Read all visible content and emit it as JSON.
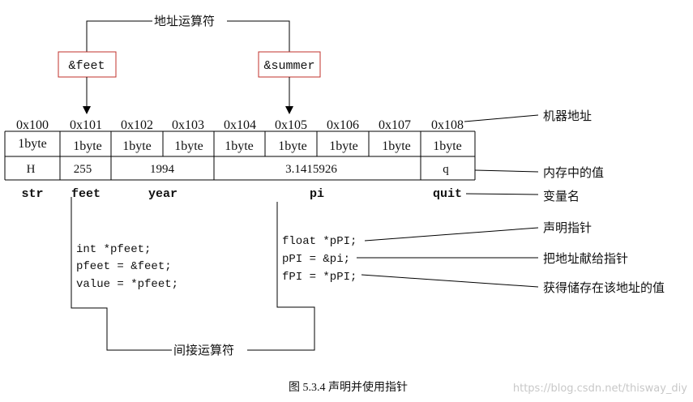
{
  "address_operator": {
    "label": "地址运算符",
    "feet_box": "&feet",
    "summer_box": "&summer"
  },
  "addresses": [
    "0x100",
    "0x101",
    "0x102",
    "0x103",
    "0x104",
    "0x105",
    "0x106",
    "0x107",
    "0x108"
  ],
  "byte_label": "1byte",
  "values": {
    "str": "H",
    "feet": "255",
    "year": "1994",
    "pi": "3.1415926",
    "quit": "q"
  },
  "var_names": {
    "str": "str",
    "feet": "feet",
    "year": "year",
    "pi": "pi",
    "quit": "quit"
  },
  "code_left": [
    "int *pfeet;",
    "pfeet = &feet;",
    "value = *pfeet;"
  ],
  "code_right": [
    "float *pPI;",
    "pPI = &pi;",
    "fPI = *pPI;"
  ],
  "indirect_operator": "间接运算符",
  "right_labels": {
    "machine_address": "机器地址",
    "value_in_memory": "内存中的值",
    "variable_name": "变量名",
    "declare_pointer": "声明指针",
    "assign_address": "把地址献给指针",
    "get_value": "获得储存在该地址的值"
  },
  "caption": "图  5.3.4  声明并使用指针",
  "watermark": "https://blog.csdn.net/thisway_diy"
}
